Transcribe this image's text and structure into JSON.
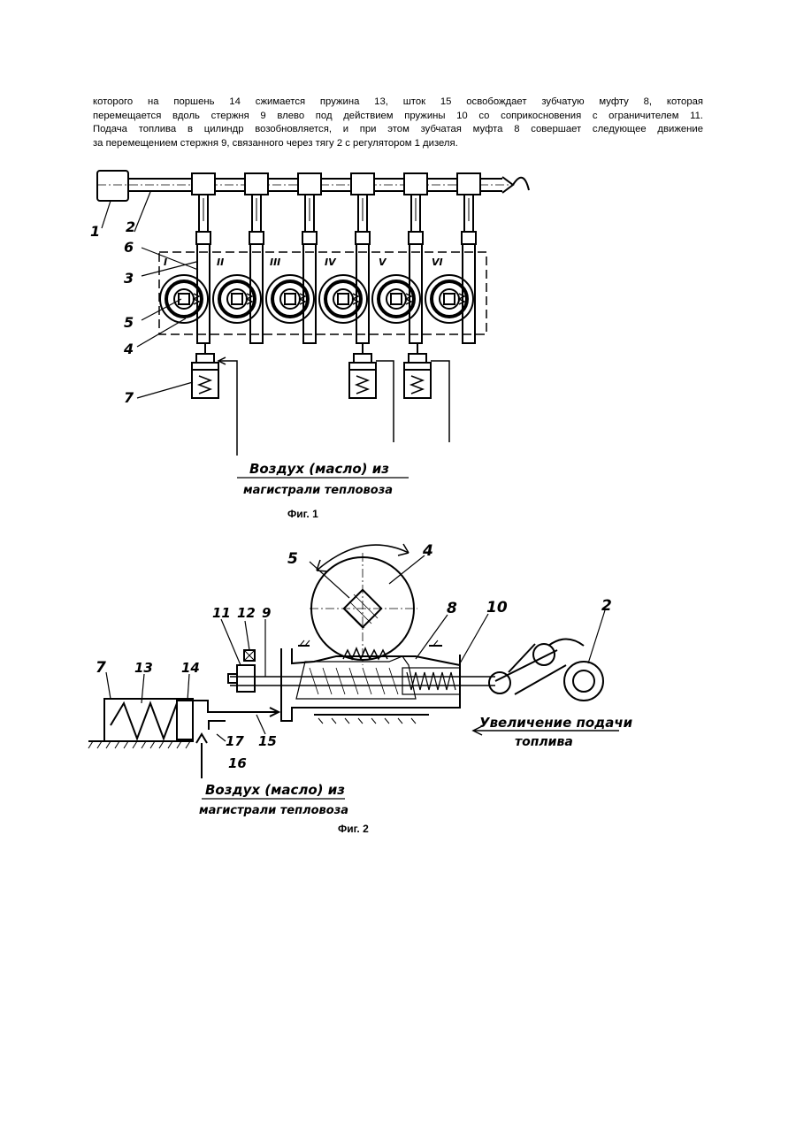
{
  "text": {
    "lines": [
      "которого на поршень 14 сжимается пружина 13, шток 15 освобождает зубчатую муфту 8, которая",
      "перемещается вдоль стержня 9 влево под действием пружины 10 со соприкосновения с ограничителем 11.",
      "Подача топлива в цилиндр возобновляется, и при этом зубчатая муфта 8 совершает следующее движение",
      "за перемещением стержня 9, связанного через тягу 2 с регулятором 1 дизеля."
    ]
  },
  "fig1": {
    "caption": "Фиг. 1",
    "labels": {
      "n1": "1",
      "n2": "2",
      "n3": "3",
      "n4": "4",
      "n5": "5",
      "n6": "6",
      "n7": "7"
    },
    "cylinders": [
      "I",
      "II",
      "III",
      "IV",
      "V",
      "VI"
    ],
    "air_line1": "Воздух (масло) из",
    "air_line2": "магистрали тепловоза"
  },
  "fig2": {
    "caption": "Фиг. 2",
    "labels": {
      "n2": "2",
      "n4": "4",
      "n5": "5",
      "n7": "7",
      "n8": "8",
      "n9": "9",
      "n10": "10",
      "n11": "11",
      "n12": "12",
      "n13": "13",
      "n14": "14",
      "n15": "15",
      "n16": "16",
      "n17": "17"
    },
    "increase_line1": "Увеличение подачи",
    "increase_line2": "топлива",
    "air_line1": "Воздух (масло) из",
    "air_line2": "магистрали тепловоза"
  }
}
